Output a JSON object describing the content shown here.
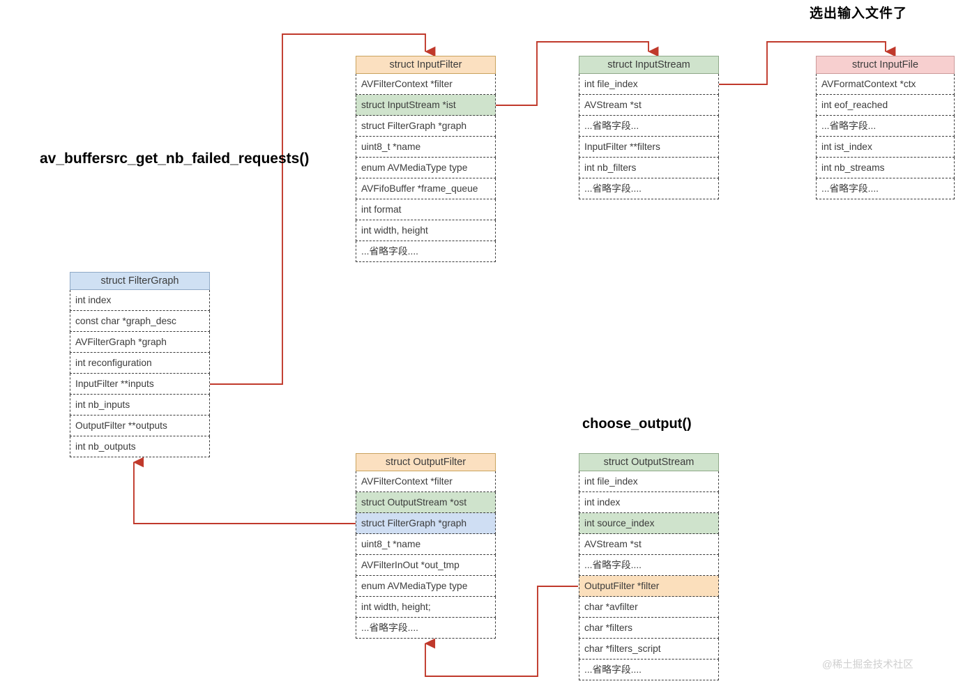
{
  "diagram": {
    "title_note_top_right": "选出输入文件了",
    "labels": {
      "input_func": "av_buffersrc_get_nb_failed_requests()",
      "output_func": "choose_output()"
    },
    "watermark": "@稀土掘金技术社区",
    "colors": {
      "orange_header": "#fbe0c0",
      "green_header": "#cfe3cc",
      "red_header": "#f7cfcf",
      "blue_header": "#cfe0f3",
      "wire": "#c0392b",
      "text": "#3b3b3b"
    }
  },
  "structs": {
    "input_filter": {
      "title": "struct InputFilter",
      "fields": [
        "AVFilterContext *filter",
        "struct InputStream *ist",
        "struct FilterGraph *graph",
        "uint8_t  *name",
        "enum AVMediaType type",
        "AVFifoBuffer *frame_queue",
        "int format",
        "int width, height",
        "...省略字段...."
      ]
    },
    "input_stream": {
      "title": "struct InputStream",
      "fields": [
        "int file_index",
        "AVStream *st",
        "...省略字段...",
        "InputFilter **filters",
        "int  nb_filters",
        "...省略字段...."
      ]
    },
    "input_file": {
      "title": "struct InputFile",
      "fields": [
        "AVFormatContext *ctx",
        "int eof_reached",
        "...省略字段...",
        "int ist_index",
        "int nb_streams",
        "...省略字段...."
      ]
    },
    "filter_graph": {
      "title": "struct FilterGraph",
      "fields": [
        "int index",
        "const char *graph_desc",
        "AVFilterGraph *graph",
        "int reconfiguration",
        "InputFilter **inputs",
        "int  nb_inputs",
        "OutputFilter **outputs",
        "int  nb_outputs"
      ]
    },
    "output_filter": {
      "title": "struct OutputFilter",
      "fields": [
        "AVFilterContext *filter",
        "struct OutputStream *ost",
        "struct FilterGraph *graph",
        "uint8_t  *name",
        "AVFilterInOut *out_tmp",
        "enum AVMediaType type",
        "int width, height;",
        "...省略字段...."
      ]
    },
    "output_stream": {
      "title": "struct OutputStream",
      "fields": [
        "int file_index",
        "int index",
        "int source_index",
        "AVStream *st",
        "...省略字段....",
        "OutputFilter *filter",
        "char *avfilter",
        "char *filters",
        "char *filters_script",
        "...省略字段...."
      ]
    }
  }
}
